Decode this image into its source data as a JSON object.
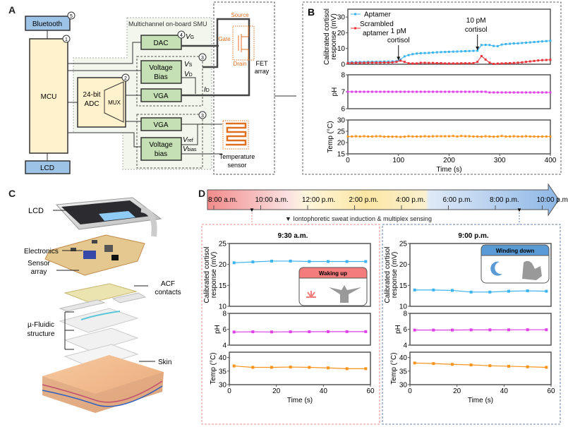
{
  "figure": {
    "panels": {
      "A": {
        "letter": "A",
        "blocks": {
          "bluetooth": "Bluetooth",
          "mcu": "MCU",
          "lcd": "LCD",
          "adc_line1": "24-bit",
          "adc_line2": "ADC",
          "mux": "MUX",
          "dac": "DAC",
          "voltage_bias_1_line1": "Voltage",
          "voltage_bias_1_line2": "Bias",
          "vga_1": "VGA",
          "vga_2": "VGA",
          "voltage_bias_2_line1": "Voltage",
          "voltage_bias_2_line2": "bias"
        },
        "badges": {
          "bluetooth": "5",
          "mcu": "1",
          "adc": "2",
          "dac": "4",
          "bias_group_1": "3",
          "bias_group_2": "3"
        },
        "smu_label": "Multichannel on-board SMU",
        "signals": {
          "vg": "V",
          "vg_sub": "G",
          "vs": "V",
          "vs_sub": "S",
          "vd": "V",
          "vd_sub": "D",
          "id": "I",
          "id_sub": "D",
          "vref": "V",
          "vref_sub": "ref",
          "vbias": "V",
          "vbias_sub": "bias"
        },
        "fet": {
          "source": "Source",
          "gate": "Gate",
          "drain": "Drain",
          "array_line1": "FET",
          "array_line2": "array"
        },
        "temp_sensor_line1": "Temperature",
        "temp_sensor_line2": "sensor",
        "colors": {
          "blue_block": "#9dc3e6",
          "yellow_block": "#fff2cc",
          "green_block": "#c5e0b4",
          "orange_sensor": "#e07020",
          "smu_bg": "#f2f6ec"
        }
      },
      "B": {
        "letter": "B"
      },
      "C": {
        "letter": "C",
        "labels": {
          "lcd": "LCD",
          "electronics": "Electronics",
          "sensor_line1": "Sensor",
          "sensor_line2": "array",
          "acf_line1": "ACF",
          "acf_line2": "contacts",
          "fluidic_line1": "µ-Fluidic",
          "fluidic_line2": "structure",
          "skin": "Skin"
        }
      },
      "D": {
        "letter": "D",
        "timeline": {
          "ticks": [
            "8:00 a.m.",
            "10:00 a.m.",
            "12:00 p.m.",
            "2:00 p.m.",
            "4:00 p.m.",
            "6:00 p.m.",
            "8:00 p.m.",
            "10:00 p.m."
          ],
          "legend": "▼ Iontophoretic sweat induction & multiplex sensing",
          "markers": [
            "9:30 a.m.",
            "9:00 p.m."
          ]
        },
        "morning": {
          "title": "9:30 a.m.",
          "badge": "Waking up",
          "badge_color": "#f47c7c"
        },
        "evening": {
          "title": "9:00 p.m.",
          "badge": "Winding down",
          "badge_color": "#5b9bd5"
        }
      }
    }
  },
  "chart_data": [
    {
      "id": "B-cortisol",
      "type": "line",
      "ylabel": "Calibrated cortisol response (mV)",
      "xlabel": "",
      "xlim": [
        0,
        400
      ],
      "ylim": [
        0,
        35
      ],
      "yticks": [
        0,
        10,
        20,
        30
      ],
      "legend_position": "top-left",
      "series": [
        {
          "name": "Aptamer",
          "color": "#3cb4ef",
          "x": [
            0,
            8,
            16,
            24,
            32,
            40,
            48,
            56,
            64,
            72,
            80,
            88,
            96,
            104,
            112,
            120,
            128,
            136,
            144,
            152,
            160,
            168,
            176,
            184,
            192,
            200,
            208,
            216,
            224,
            232,
            240,
            248,
            256,
            264,
            272,
            280,
            288,
            296,
            304,
            312,
            320,
            328,
            336,
            344,
            352,
            360,
            368,
            376,
            384,
            392,
            400
          ],
          "y": [
            1.2,
            1.3,
            1.3,
            1.4,
            1.4,
            1.5,
            1.5,
            1.6,
            1.6,
            1.7,
            1.7,
            1.8,
            1.9,
            3.0,
            5.0,
            5.8,
            6.4,
            6.8,
            7.0,
            7.1,
            7.2,
            7.4,
            7.6,
            7.7,
            7.8,
            7.9,
            8.0,
            8.1,
            8.2,
            8.3,
            8.4,
            8.5,
            8.6,
            12.2,
            12.3,
            12.2,
            11.6,
            11.5,
            12.5,
            12.8,
            13.0,
            13.2,
            13.3,
            13.5,
            13.7,
            13.9,
            14.1,
            14.3,
            14.5,
            14.7,
            14.9
          ]
        },
        {
          "name": "Scrambled aptamer",
          "color": "#e8333a",
          "x": [
            0,
            8,
            16,
            24,
            32,
            40,
            48,
            56,
            64,
            72,
            80,
            88,
            96,
            104,
            112,
            120,
            128,
            136,
            144,
            152,
            160,
            168,
            176,
            184,
            192,
            200,
            208,
            216,
            224,
            232,
            240,
            248,
            256,
            264,
            272,
            280,
            288,
            296,
            304,
            312,
            320,
            328,
            336,
            344,
            352,
            360,
            368,
            376,
            384,
            392,
            400
          ],
          "y": [
            0.8,
            0.8,
            0.9,
            0.9,
            0.9,
            1.0,
            1.0,
            1.0,
            1.0,
            1.1,
            1.1,
            1.2,
            1.5,
            2.3,
            1.5,
            0.6,
            0.5,
            0.5,
            0.9,
            0.9,
            0.8,
            0.8,
            0.7,
            0.7,
            0.5,
            0.5,
            0.5,
            0.5,
            0.6,
            0.6,
            0.6,
            0.7,
            1.5,
            5.2,
            3.0,
            1.0,
            0.2,
            0.4,
            0.5,
            0.6,
            0.7,
            0.8,
            1.0,
            1.2,
            1.5,
            1.8,
            2.1,
            2.4,
            2.6,
            2.7,
            2.8
          ]
        }
      ],
      "annotations": [
        {
          "text": "1 pM cortisol",
          "x": 100
        },
        {
          "text": "10 pM cortisol",
          "x": 256
        }
      ]
    },
    {
      "id": "B-ph",
      "type": "line",
      "ylabel": "pH",
      "xlim": [
        0,
        400
      ],
      "ylim": [
        6,
        8
      ],
      "yticks": [
        6,
        7,
        8
      ],
      "series": [
        {
          "name": "pH",
          "color": "#e040e8",
          "x": [
            0,
            8,
            16,
            24,
            32,
            40,
            48,
            56,
            64,
            72,
            80,
            88,
            96,
            104,
            112,
            120,
            128,
            136,
            144,
            152,
            160,
            168,
            176,
            184,
            192,
            200,
            208,
            216,
            224,
            232,
            240,
            248,
            256,
            264,
            272,
            280,
            288,
            296,
            304,
            312,
            320,
            328,
            336,
            344,
            352,
            360,
            368,
            376,
            384,
            392,
            400
          ],
          "y": [
            7.0,
            7.0,
            7.0,
            7.0,
            7.0,
            7.0,
            7.0,
            7.0,
            7.0,
            7.0,
            7.0,
            7.0,
            7.0,
            7.0,
            7.0,
            7.0,
            7.0,
            7.0,
            7.0,
            7.0,
            7.0,
            7.0,
            7.0,
            7.0,
            7.0,
            7.0,
            7.0,
            7.0,
            7.0,
            7.0,
            7.0,
            7.0,
            7.0,
            7.0,
            7.0,
            6.96,
            6.96,
            6.96,
            6.96,
            6.96,
            6.96,
            6.96,
            6.96,
            6.96,
            6.96,
            6.96,
            6.96,
            6.96,
            6.96,
            6.96,
            6.96
          ]
        }
      ]
    },
    {
      "id": "B-temp",
      "type": "line",
      "ylabel": "Temp (°C)",
      "xlabel": "Time (s)",
      "xlim": [
        0,
        400
      ],
      "ylim": [
        15,
        30
      ],
      "yticks": [
        15,
        20,
        25,
        30
      ],
      "xticks": [
        0,
        100,
        200,
        300,
        400
      ],
      "series": [
        {
          "name": "Temp",
          "color": "#f7941d",
          "x": [
            0,
            8,
            16,
            24,
            32,
            40,
            48,
            56,
            64,
            72,
            80,
            88,
            96,
            104,
            112,
            120,
            128,
            136,
            144,
            152,
            160,
            168,
            176,
            184,
            192,
            200,
            208,
            216,
            224,
            232,
            240,
            248,
            256,
            264,
            272,
            280,
            288,
            296,
            304,
            312,
            320,
            328,
            336,
            344,
            352,
            360,
            368,
            376,
            384,
            392,
            400
          ],
          "y": [
            22.7,
            22.7,
            22.8,
            22.7,
            22.8,
            22.7,
            22.7,
            22.8,
            22.8,
            22.6,
            22.6,
            22.6,
            22.6,
            22.5,
            22.6,
            22.8,
            22.7,
            22.7,
            22.7,
            22.8,
            22.7,
            22.8,
            22.8,
            22.8,
            22.8,
            22.8,
            22.9,
            22.7,
            22.9,
            22.8,
            22.8,
            22.7,
            22.7,
            22.6,
            22.8,
            22.7,
            22.6,
            22.7,
            22.9,
            22.7,
            22.7,
            22.8,
            22.7,
            22.7,
            22.8,
            22.7,
            22.7,
            22.6,
            22.7,
            22.7,
            22.7
          ]
        }
      ]
    },
    {
      "id": "D-morning-cortisol",
      "type": "line",
      "ylabel": "Calibrated cortisol response (mV)",
      "xlim": [
        0,
        60
      ],
      "ylim": [
        10,
        25
      ],
      "yticks": [
        10,
        15,
        20,
        25
      ],
      "series": [
        {
          "name": "Cortisol",
          "color": "#3cb4ef",
          "x": [
            2,
            10,
            18,
            26,
            34,
            42,
            50,
            58
          ],
          "y": [
            20.4,
            20.6,
            20.8,
            20.8,
            20.7,
            20.7,
            20.7,
            20.7
          ]
        }
      ]
    },
    {
      "id": "D-morning-ph",
      "type": "line",
      "ylabel": "pH",
      "xlim": [
        0,
        60
      ],
      "ylim": [
        4,
        8
      ],
      "yticks": [
        4,
        6,
        8
      ],
      "series": [
        {
          "name": "pH",
          "color": "#e040e8",
          "x": [
            2,
            10,
            18,
            26,
            34,
            42,
            50,
            58
          ],
          "y": [
            5.65,
            5.68,
            5.66,
            5.68,
            5.69,
            5.7,
            5.7,
            5.7
          ]
        }
      ]
    },
    {
      "id": "D-morning-temp",
      "type": "line",
      "ylabel": "Temp (°C)",
      "xlabel": "Time (s)",
      "xlim": [
        0,
        60
      ],
      "ylim": [
        30,
        42
      ],
      "yticks": [
        30,
        35,
        40
      ],
      "xticks": [
        0,
        20,
        40,
        60
      ],
      "series": [
        {
          "name": "Temp",
          "color": "#f7941d",
          "x": [
            2,
            10,
            18,
            26,
            34,
            42,
            50,
            58
          ],
          "y": [
            36.9,
            36.4,
            36.4,
            36.5,
            36.4,
            36.2,
            35.9,
            35.9
          ]
        }
      ]
    },
    {
      "id": "D-evening-cortisol",
      "type": "line",
      "ylabel": "Calibrated cortisol response (mV)",
      "xlim": [
        0,
        60
      ],
      "ylim": [
        10,
        25
      ],
      "yticks": [
        10,
        15,
        20,
        25
      ],
      "series": [
        {
          "name": "Cortisol",
          "color": "#3cb4ef",
          "x": [
            2,
            10,
            18,
            26,
            34,
            42,
            50,
            58
          ],
          "y": [
            13.9,
            13.9,
            13.8,
            13.4,
            13.4,
            13.6,
            13.7,
            13.6
          ]
        }
      ]
    },
    {
      "id": "D-evening-ph",
      "type": "line",
      "ylabel": "pH",
      "xlim": [
        0,
        60
      ],
      "ylim": [
        4,
        8
      ],
      "yticks": [
        4,
        6,
        8
      ],
      "series": [
        {
          "name": "pH",
          "color": "#e040e8",
          "x": [
            2,
            10,
            18,
            26,
            34,
            42,
            50,
            58
          ],
          "y": [
            5.9,
            5.9,
            5.9,
            5.92,
            5.92,
            5.93,
            5.94,
            5.94
          ]
        }
      ]
    },
    {
      "id": "D-evening-temp",
      "type": "line",
      "ylabel": "Temp (°C)",
      "xlabel": "Time (s)",
      "xlim": [
        0,
        60
      ],
      "ylim": [
        30,
        42
      ],
      "yticks": [
        30,
        35,
        40
      ],
      "xticks": [
        0,
        20,
        40,
        60
      ],
      "series": [
        {
          "name": "Temp",
          "color": "#f7941d",
          "x": [
            2,
            10,
            18,
            26,
            34,
            42,
            50,
            58
          ],
          "y": [
            38.0,
            37.8,
            37.5,
            37.3,
            37.0,
            36.8,
            36.6,
            36.4
          ]
        }
      ]
    }
  ]
}
